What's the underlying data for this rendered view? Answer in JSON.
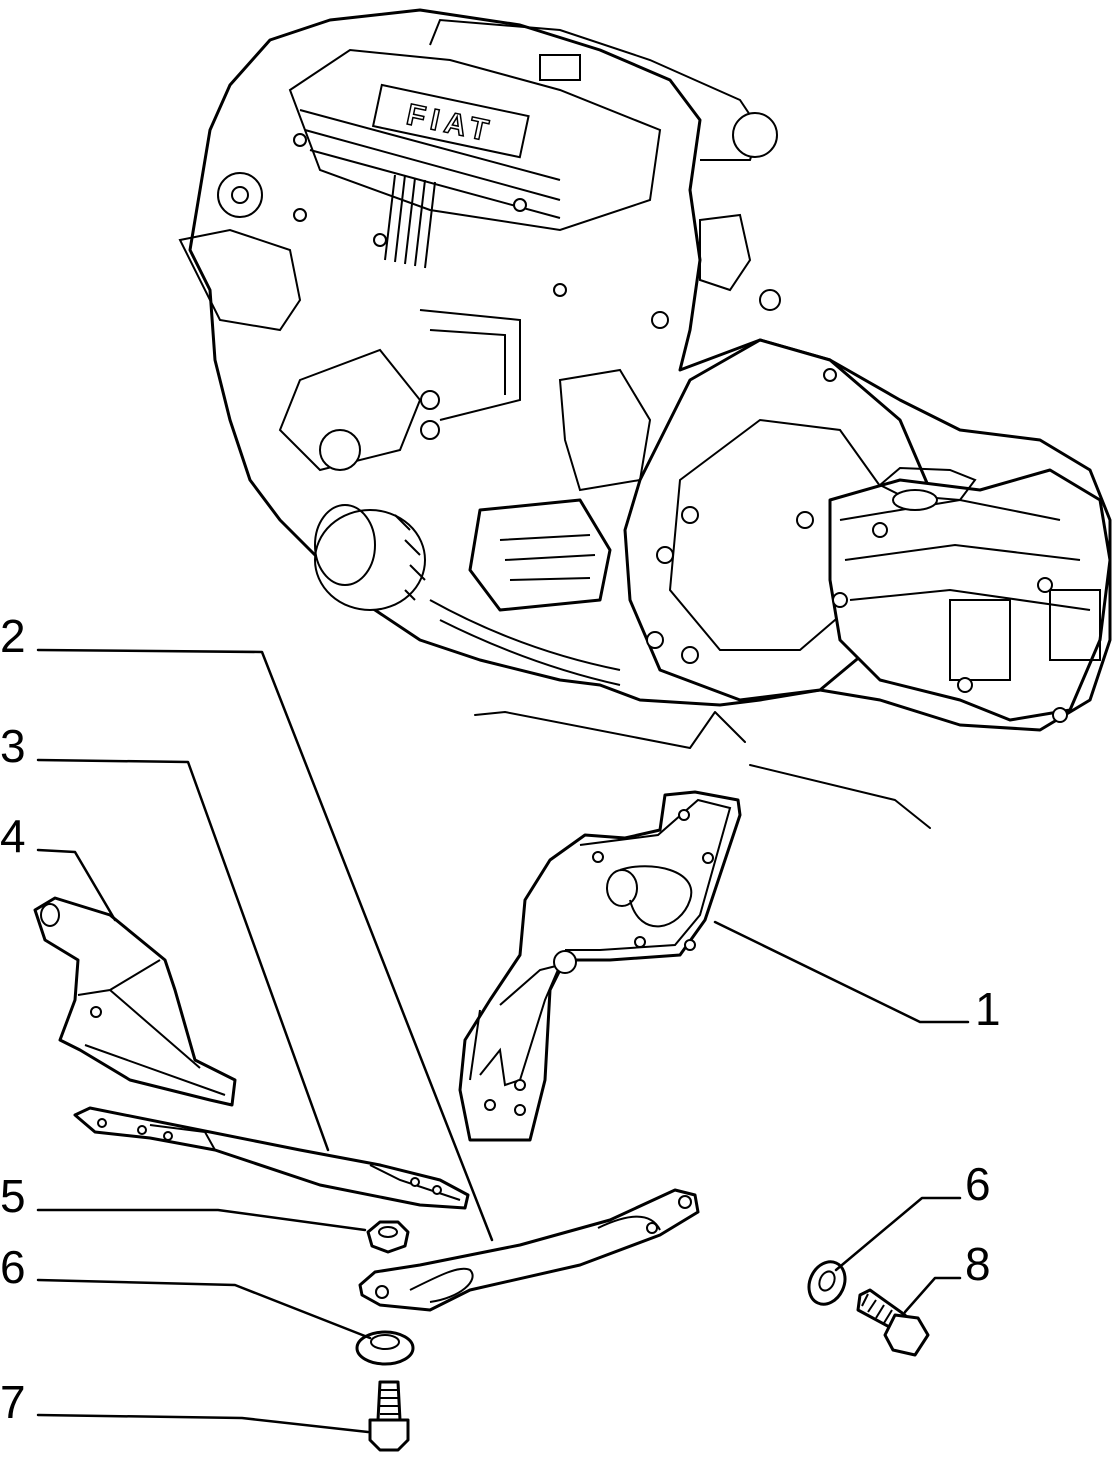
{
  "callouts": [
    {
      "id": "1",
      "label": "1"
    },
    {
      "id": "2",
      "label": "2"
    },
    {
      "id": "3",
      "label": "3"
    },
    {
      "id": "4",
      "label": "4"
    },
    {
      "id": "5",
      "label": "5"
    },
    {
      "id": "6a",
      "label": "6"
    },
    {
      "id": "6b",
      "label": "6"
    },
    {
      "id": "7",
      "label": "7"
    },
    {
      "id": "8",
      "label": "8"
    }
  ],
  "engine": {
    "badge": "FIAT"
  }
}
